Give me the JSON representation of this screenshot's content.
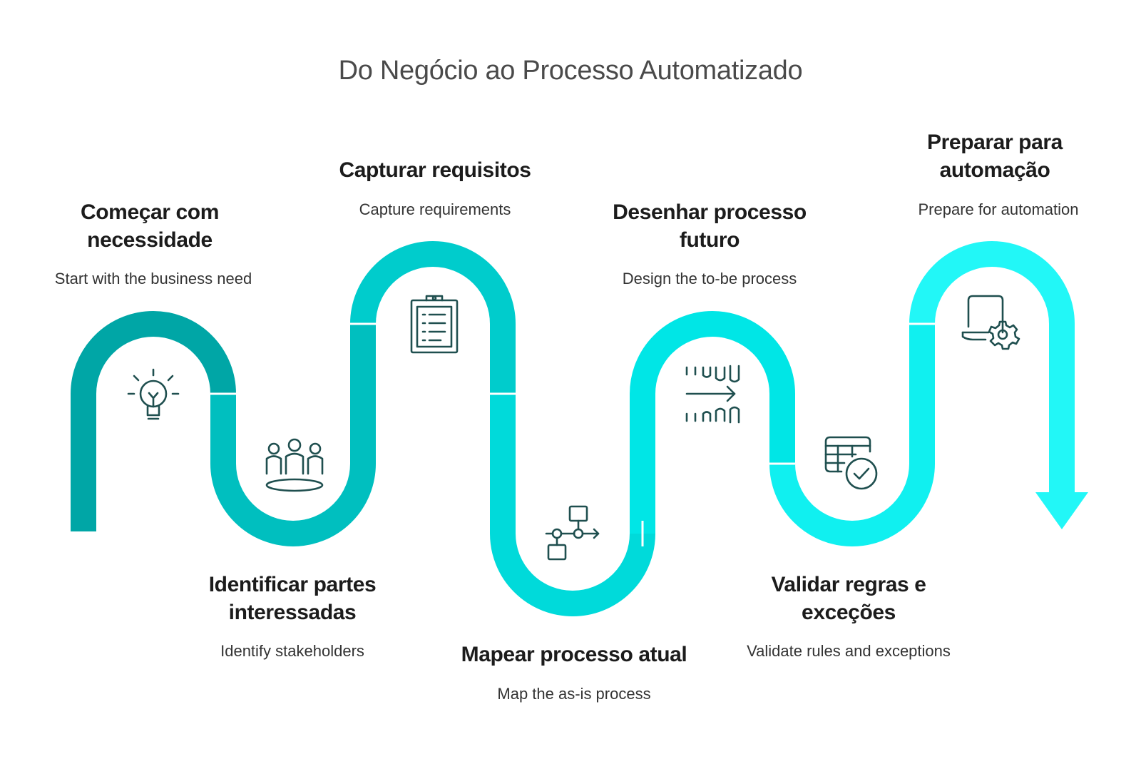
{
  "title": "Do Negócio ao Processo Automatizado",
  "steps": [
    {
      "id": 1,
      "title": "Começar com necessidade",
      "subtitle": "Start with the business need",
      "icon": "lightbulb-icon",
      "color": "#00a6a6"
    },
    {
      "id": 2,
      "title": "Identificar partes interessadas",
      "subtitle": "Identify stakeholders",
      "icon": "stakeholders-icon",
      "color": "#00bfbf"
    },
    {
      "id": 3,
      "title": "Capturar requisitos",
      "subtitle": "Capture requirements",
      "icon": "clipboard-checklist-icon",
      "color": "#00cccc"
    },
    {
      "id": 4,
      "title": "Mapear processo atual",
      "subtitle": "Map the as-is process",
      "icon": "process-flow-icon",
      "color": "#00dada"
    },
    {
      "id": 5,
      "title": "Desenhar processo futuro",
      "subtitle": "Design the to-be process",
      "icon": "transform-arrow-icon",
      "color": "#00e6e6"
    },
    {
      "id": 6,
      "title": "Validar regras e exceções",
      "subtitle": "Validate rules and exceptions",
      "icon": "table-check-icon",
      "color": "#10f0f0"
    },
    {
      "id": 7,
      "title": "Preparar para automação",
      "subtitle": "Prepare for automation",
      "icon": "laptop-gear-icon",
      "color": "#22f7f7"
    }
  ]
}
